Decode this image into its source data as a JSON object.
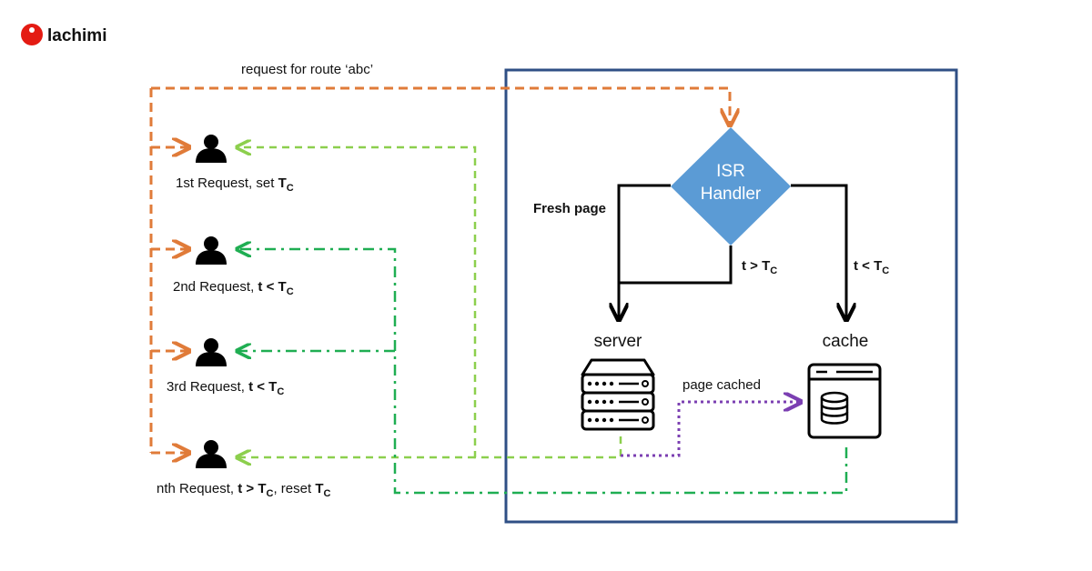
{
  "brand": {
    "name": "lachimi",
    "color": "#e41b13"
  },
  "top_request": {
    "label": "request for route ‘abc’"
  },
  "colors": {
    "orange": "#e07b39",
    "light_green": "#8ccf4d",
    "green": "#1fae52",
    "purple": "#7b3fb2",
    "box_border": "#2f4f85",
    "diamond": "#5b9bd5",
    "black": "#000000"
  },
  "users": [
    {
      "name": "1st Request",
      "sep": ", ",
      "cond": "set",
      "cond_bold": false,
      "tc_sub": "C",
      "suffix": ""
    },
    {
      "name": "2nd Request",
      "sep": ", ",
      "cond": "t <",
      "cond_bold": true,
      "tc_sub": "C",
      "suffix": ""
    },
    {
      "name": "3rd Request",
      "sep": ", ",
      "cond": "t <",
      "cond_bold": true,
      "tc_sub": "C",
      "suffix": ""
    },
    {
      "name": "nth Request",
      "sep": ", ",
      "cond": "t >",
      "cond_bold": true,
      "tc_sub": "C",
      "suffix": ", reset"
    }
  ],
  "tc_symbol": "T",
  "isr_handler": {
    "line1": "ISR",
    "line2": "Handler"
  },
  "fresh_page": "Fresh page",
  "branch_mid": {
    "cond": "t >",
    "sub": "C"
  },
  "branch_right": {
    "cond": "t <",
    "sub": "C"
  },
  "server": {
    "label": "server",
    "icon": "server-icon"
  },
  "cache": {
    "label": "cache",
    "icon": "cache-icon"
  },
  "page_cached": "page cached",
  "person_icon": "user-icon"
}
